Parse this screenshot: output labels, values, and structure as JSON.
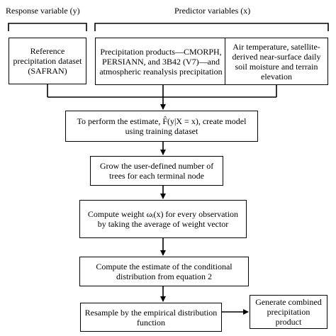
{
  "headers": {
    "response": "Response variable (y)",
    "predictor": "Predictor variables (x)"
  },
  "boxes": {
    "reference": "Reference precipitation dataset (SAFRAN)",
    "products": "Precipitation products—CMORPH, PERSIANN, and 3B42 (V7)—and atmospheric reanalysis precipitation",
    "air": "Air temperature, satellite-derived near-surface daily soil moisture and terrain elevation",
    "estimate": "To perform the estimate, F̂(y|X = x), create model using training dataset",
    "grow": "Grow the user-defined number of trees for each terminal node",
    "weight": "Compute weight ωᵢ(x) for every observation by taking the average of weight vector",
    "conditional": "Compute the estimate of the conditional distribution from equation 2",
    "resample": "Resample by the empirical distribution function",
    "generate": "Generate combined precipitation product"
  }
}
